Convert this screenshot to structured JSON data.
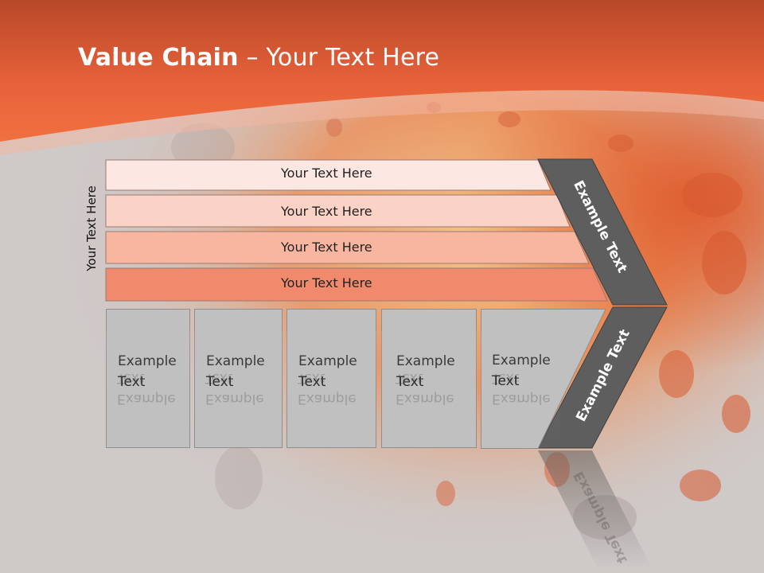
{
  "slide": {
    "title_bold": "Value Chain",
    "title_rest": " – Your Text Here",
    "side_label": "Your Text Here"
  },
  "bars": [
    {
      "label": "Your Text Here",
      "color": "#fde7e2"
    },
    {
      "label": "Your Text Here",
      "color": "#fbd2c6"
    },
    {
      "label": "Your Text Here",
      "color": "#f8b6a1"
    },
    {
      "label": "Your Text Here",
      "color": "#f18a6c"
    }
  ],
  "boxes": [
    {
      "line1": "Example",
      "line2": "Text"
    },
    {
      "line1": "Example",
      "line2": "Text"
    },
    {
      "line1": "Example",
      "line2": "Text"
    },
    {
      "line1": "Example",
      "line2": "Text"
    },
    {
      "line1": "Example",
      "line2": "Text"
    }
  ],
  "chevron": {
    "upper_label": "Example Text",
    "lower_label": "Example Text",
    "color": "#5e5e5e"
  },
  "theme": {
    "accent": "#e8623a",
    "header_dark": "#b8482a"
  }
}
